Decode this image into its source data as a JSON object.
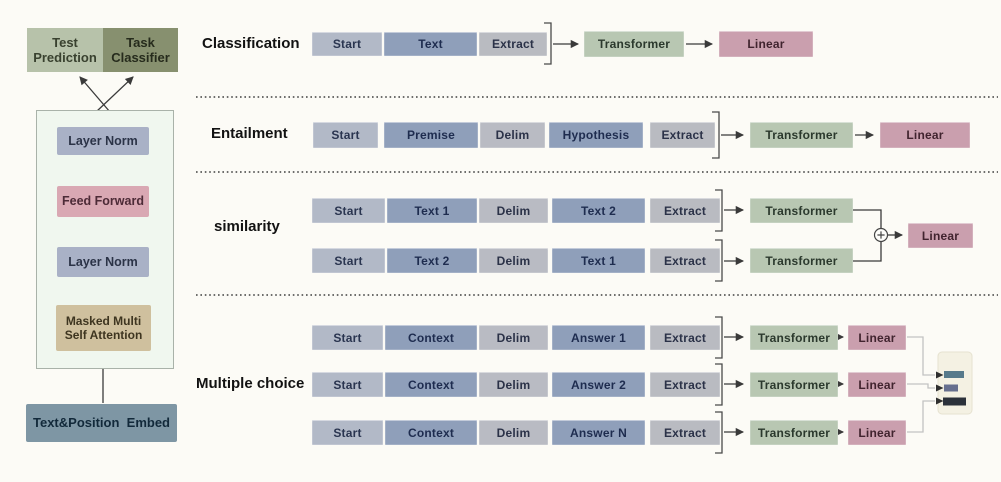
{
  "palette": {
    "background": "#fcfbf6",
    "token_light_slate": "#b2b9c7",
    "token_blue": "#8f9fba",
    "token_gray": "#b9bbc1",
    "transformer_green": "#b8c7b2",
    "linear_pink": "#ca9fae",
    "layer_norm_lavender": "#a9b1c6",
    "feed_forward_pink": "#d9a8b3",
    "attention_tan": "#cfc09e",
    "embed_steel": "#7e96a4",
    "head_sage": "#b7c2aa",
    "head_olive": "#87906f",
    "block_mint": "#f0f7ef",
    "bar1_teal": "#577a8b",
    "bar2_slate": "#666f8e",
    "bar3_dark": "#2b313a"
  },
  "left_diagram": {
    "test_prediction": "Test\nPrediction",
    "task_classifier": "Task\nClassifier",
    "layer_norm_top": "Layer Norm",
    "feed_forward": "Feed Forward",
    "layer_norm_bottom": "Layer Norm",
    "masked_attention": "Masked Multi\nSelf Attention",
    "embed": "Text&Position  Embed"
  },
  "icons": {
    "residual_add": "plus-circle-icon",
    "merge_add": "plus-circle-icon",
    "outputs": "output-bars-icon",
    "dividers": "dotted-section-divider",
    "concat": "concat-bracket"
  },
  "sections": {
    "classification": {
      "label": "Classification",
      "tokens": [
        "Start",
        "Text",
        "Extract"
      ],
      "transformer": "Transformer",
      "linear": "Linear"
    },
    "entailment": {
      "label": "Entailment",
      "tokens": [
        "Start",
        "Premise",
        "Delim",
        "Hypothesis",
        "Extract"
      ],
      "transformer": "Transformer",
      "linear": "Linear"
    },
    "similarity": {
      "label": "similarity",
      "rows": [
        {
          "tokens": [
            "Start",
            "Text 1",
            "Delim",
            "Text 2",
            "Extract"
          ],
          "transformer": "Transformer"
        },
        {
          "tokens": [
            "Start",
            "Text 2",
            "Delim",
            "Text 1",
            "Extract"
          ],
          "transformer": "Transformer"
        }
      ],
      "linear": "Linear"
    },
    "multiple_choice": {
      "label": "Multiple choice",
      "rows": [
        {
          "tokens": [
            "Start",
            "Context",
            "Delim",
            "Answer 1",
            "Extract"
          ],
          "transformer": "Transformer",
          "linear": "Linear"
        },
        {
          "tokens": [
            "Start",
            "Context",
            "Delim",
            "Answer 2",
            "Extract"
          ],
          "transformer": "Transformer",
          "linear": "Linear"
        },
        {
          "tokens": [
            "Start",
            "Context",
            "Delim",
            "Answer N",
            "Extract"
          ],
          "transformer": "Transformer",
          "linear": "Linear"
        }
      ]
    }
  }
}
